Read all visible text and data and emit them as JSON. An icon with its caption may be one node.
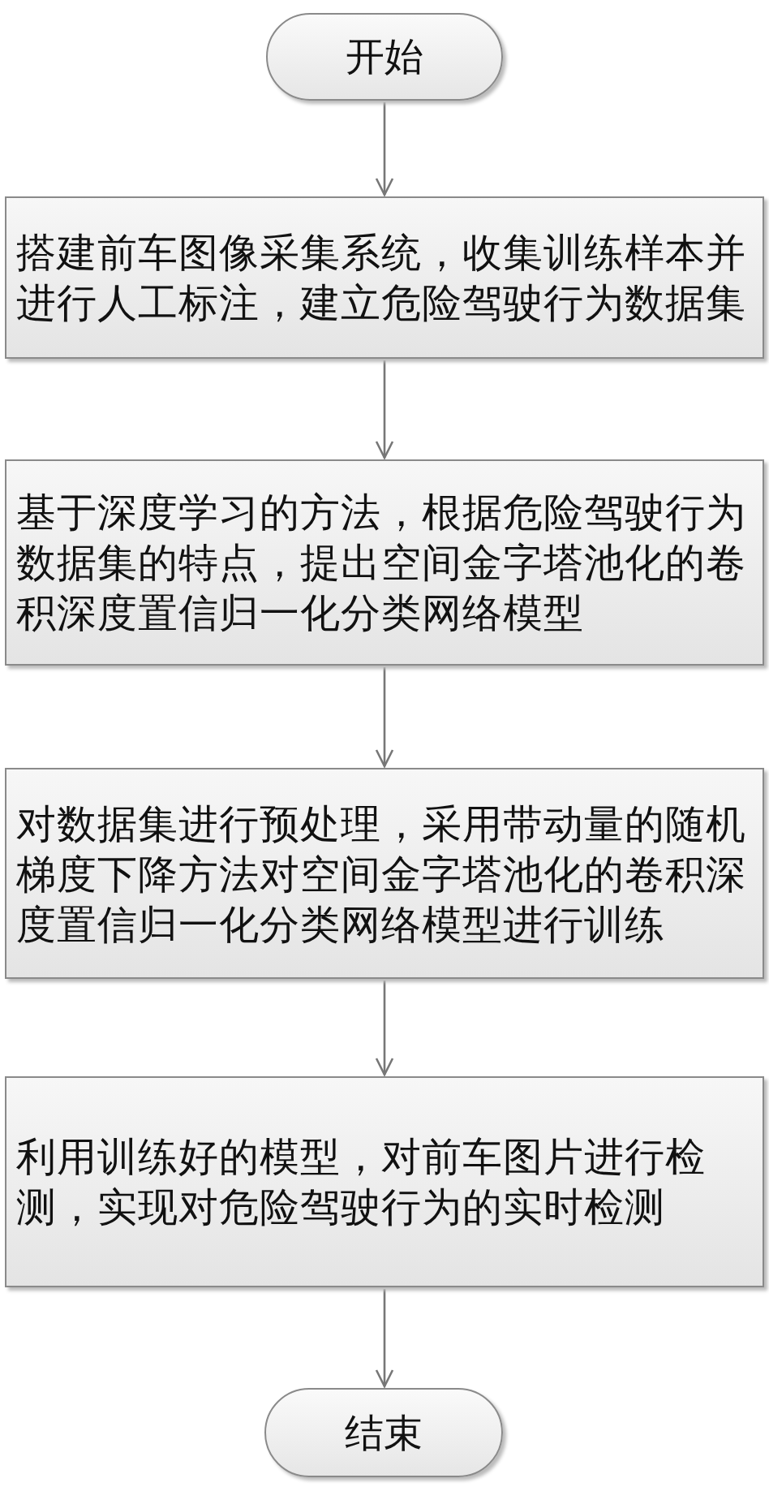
{
  "diagram": {
    "nodes": [
      {
        "text": [
          "开始"
        ]
      },
      {
        "text": [
          "搭建前车图像采集系统，收集训练样本并进行人工标注，建立危险驾驶行为数据集"
        ]
      },
      {
        "text": [
          "基于深度学习的方法，根据危险驾驶行为数据集的特点，提出空间金字塔池化的卷积深度置信归一化分类网络模型"
        ]
      },
      {
        "text": [
          "对数据集进行预处理，采用带动量的随机梯度下降方法对空间金字塔池化的卷积深度置信归一化分类网络模型进行训练"
        ]
      },
      {
        "text": [
          "利用训练好的模型，对前车图片进行检测，实现对危险驾驶行为的实时检测"
        ]
      },
      {
        "text": [
          "结束"
        ]
      }
    ],
    "edges": [
      {
        "from": 0,
        "to": 1,
        "arrow": "to"
      },
      {
        "from": 1,
        "to": 2,
        "arrow": "to"
      },
      {
        "from": 2,
        "to": 3,
        "arrow": "to"
      },
      {
        "from": 3,
        "to": 4,
        "arrow": "to"
      },
      {
        "from": 4,
        "to": 5,
        "arrow": "to"
      }
    ]
  }
}
